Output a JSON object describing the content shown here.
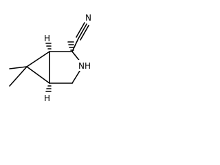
{
  "molecule": {
    "labels": {
      "nitrogen_ring": "NH",
      "nitrogen_nitrile": "N",
      "h_top": "H",
      "h_bottom": "H"
    },
    "colors": {
      "bond": "#000000",
      "background": "#ffffff"
    }
  }
}
